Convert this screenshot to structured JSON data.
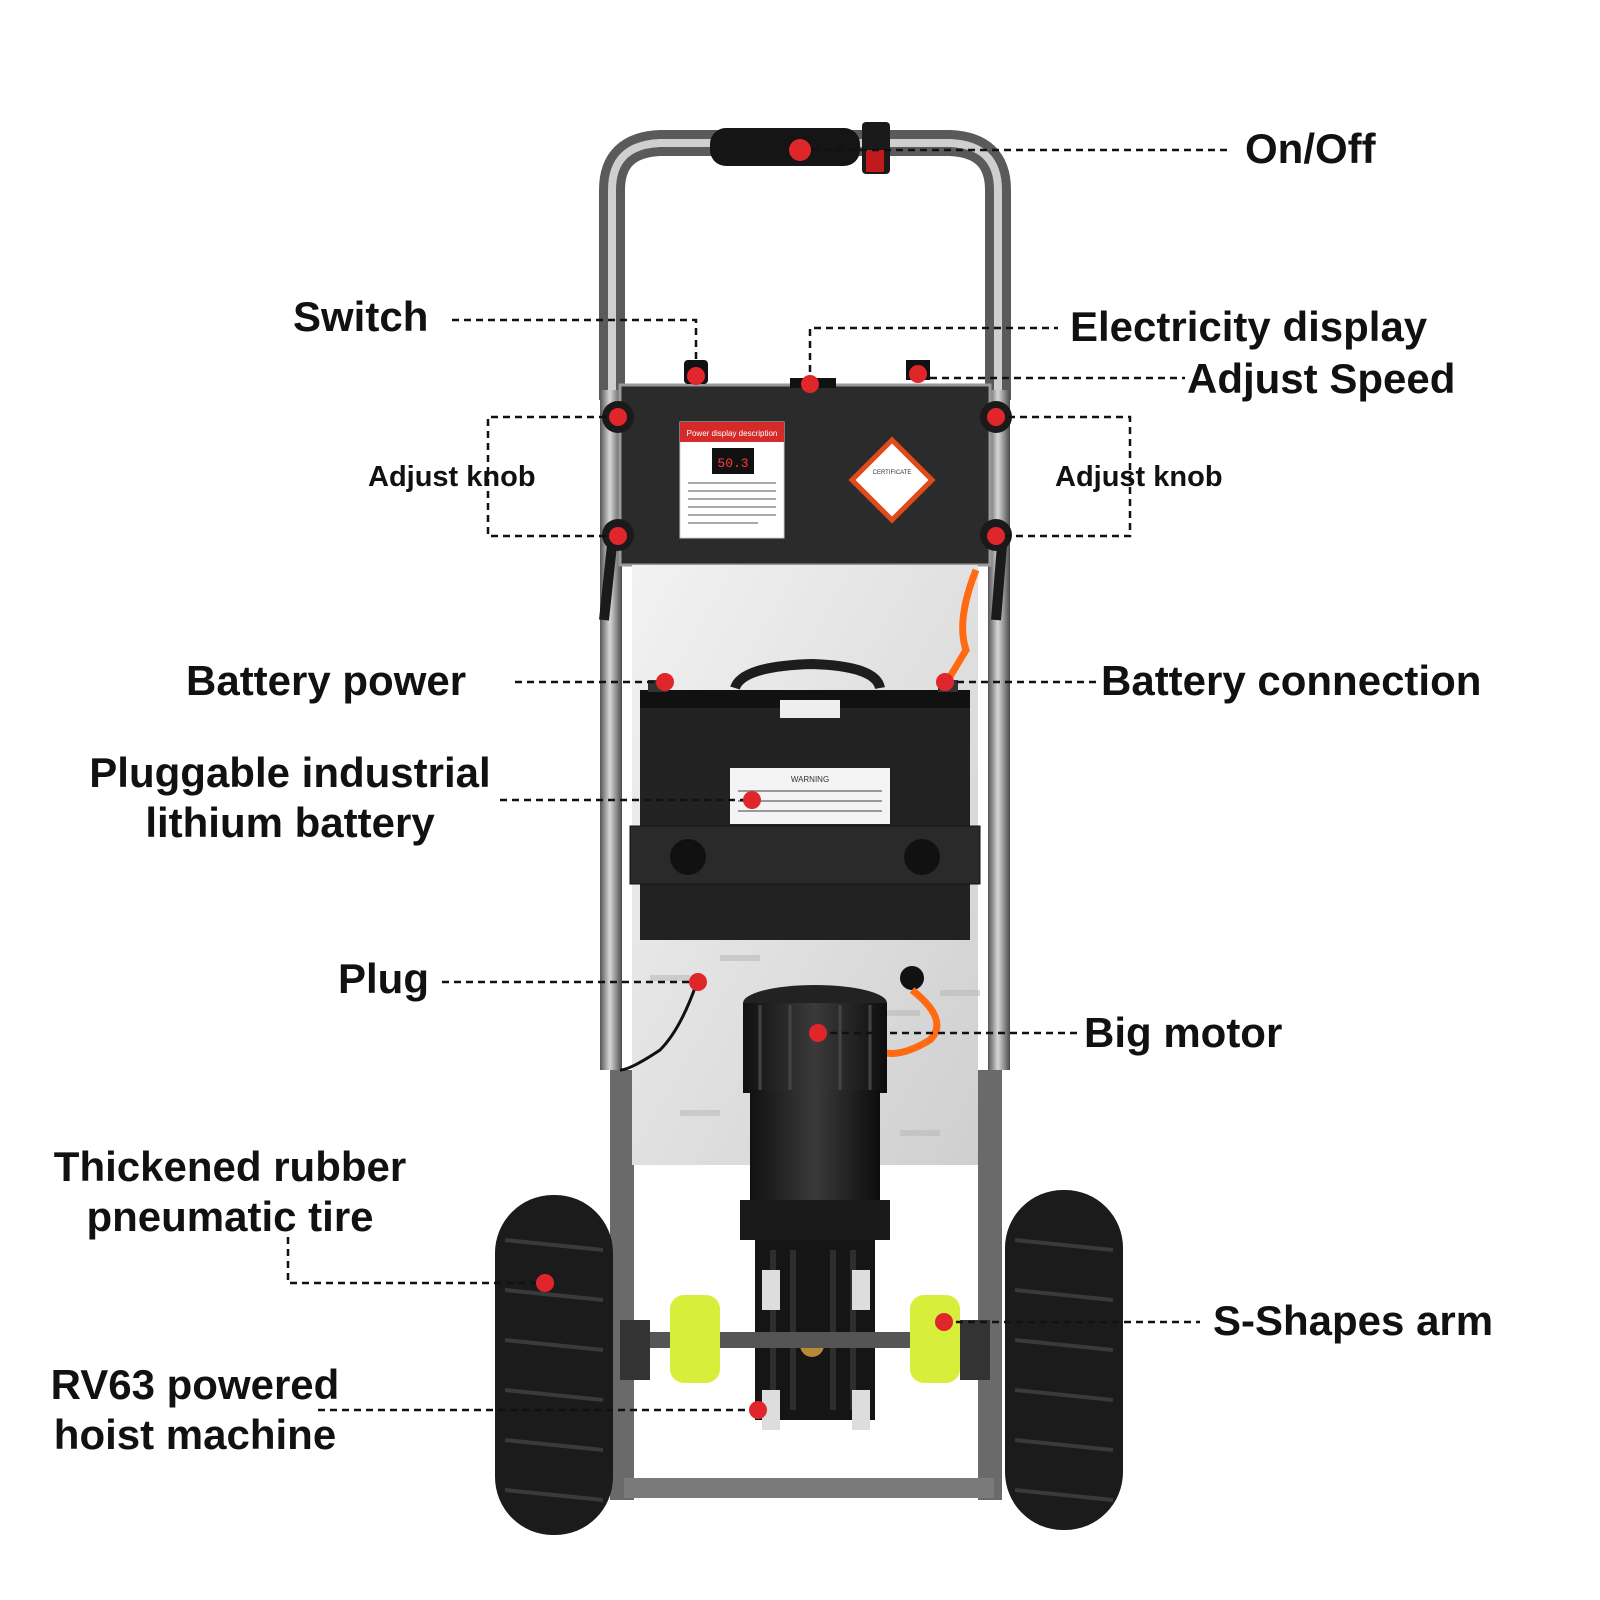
{
  "labels": {
    "on_off": "On/Off",
    "switch": "Switch",
    "electricity_display": "Electricity display",
    "adjust_speed": "Adjust Speed",
    "adjust_knob_left": "Adjust knob",
    "adjust_knob_right": "Adjust knob",
    "battery_power": "Battery power",
    "battery_connection": "Battery connection",
    "lithium_battery_line1": "Pluggable industrial",
    "lithium_battery_line2": "lithium battery",
    "plug": "Plug",
    "big_motor": "Big motor",
    "tire_line1": "Thickened rubber",
    "tire_line2": "pneumatic tire",
    "s_arm": "S-Shapes arm",
    "hoist_line1": "RV63 powered",
    "hoist_line2": "hoist machine"
  },
  "sticker_text": {
    "power_display_title": "Power display description",
    "power_display_value": "50.3",
    "certificate": "CERTIFICATE",
    "warning": "WARNING"
  },
  "colors": {
    "marker": "#e0262b",
    "frame": "#7c7c7c",
    "panel_dark": "#2b2b2b",
    "plate": "#e6e6e6",
    "cable": "#ff6a13",
    "roller": "#d7ee3a"
  }
}
